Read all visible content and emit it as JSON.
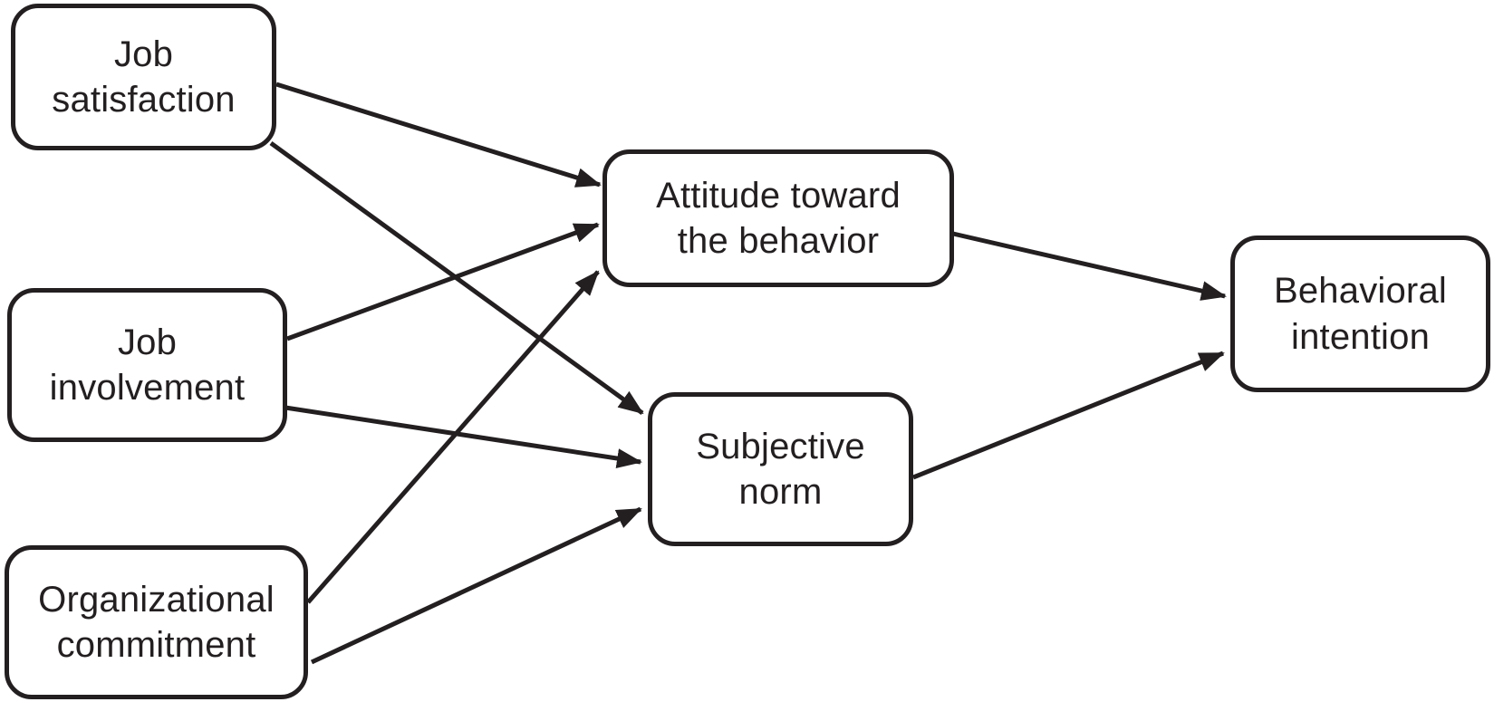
{
  "colors": {
    "line": "#231f20",
    "text": "#231f20",
    "background": "#ffffff"
  },
  "diagram": {
    "type": "path-model",
    "nodes": {
      "job_satisfaction": {
        "label": "Job satisfaction",
        "lines": [
          "Job",
          "satisfaction"
        ]
      },
      "job_involvement": {
        "label": "Job involvement",
        "lines": [
          "Job",
          "involvement"
        ]
      },
      "organizational_commitment": {
        "label": "Organizational commitment",
        "lines": [
          "Organizational",
          "commitment"
        ]
      },
      "attitude": {
        "label": "Attitude toward the behavior",
        "lines": [
          "Attitude toward",
          "the behavior"
        ]
      },
      "subjective_norm": {
        "label": "Subjective norm",
        "lines": [
          "Subjective",
          "norm"
        ]
      },
      "behavioral_intention": {
        "label": "Behavioral intention",
        "lines": [
          "Behavioral",
          "intention"
        ]
      }
    },
    "edges": [
      {
        "from": "Job satisfaction",
        "to": "Attitude toward the behavior"
      },
      {
        "from": "Job satisfaction",
        "to": "Subjective norm"
      },
      {
        "from": "Job involvement",
        "to": "Attitude toward the behavior"
      },
      {
        "from": "Job involvement",
        "to": "Subjective norm"
      },
      {
        "from": "Organizational commitment",
        "to": "Attitude toward the behavior"
      },
      {
        "from": "Organizational commitment",
        "to": "Subjective norm"
      },
      {
        "from": "Attitude toward the behavior",
        "to": "Behavioral intention"
      },
      {
        "from": "Subjective norm",
        "to": "Behavioral intention"
      }
    ]
  }
}
